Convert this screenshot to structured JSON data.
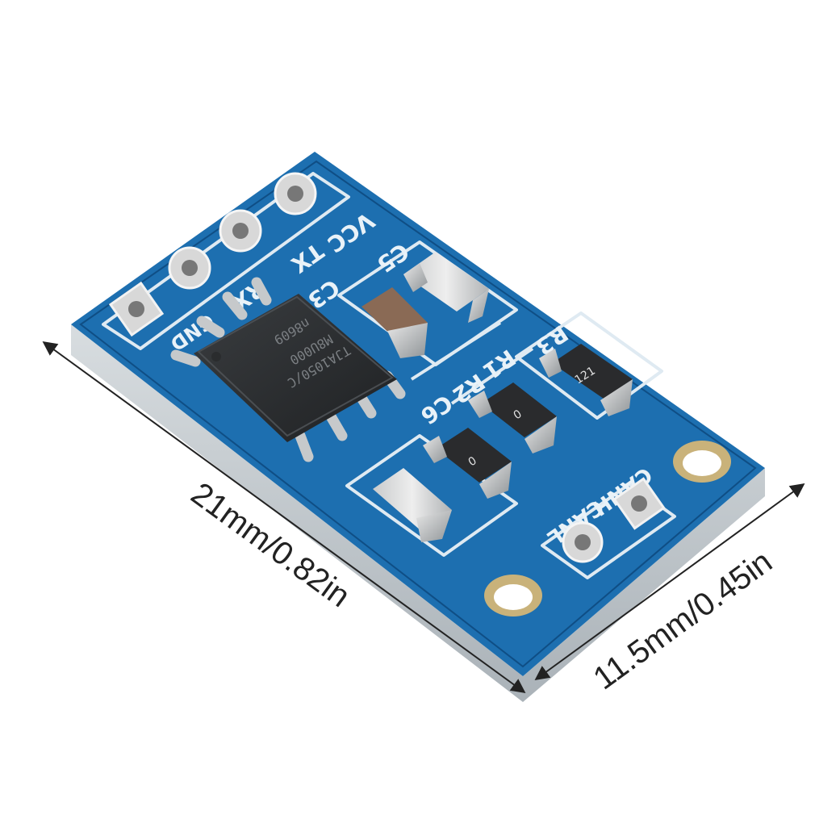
{
  "image": {
    "subject": "CAN bus transceiver module on blue PCB",
    "background_color": "#ffffff",
    "board_color": "#1d6fb0"
  },
  "silkscreen": {
    "pins_header": [
      "VCC",
      "TX",
      "RX",
      "GND"
    ],
    "c5": "C5",
    "c3": "C3",
    "r3": "R3",
    "r1": "R1",
    "r2": "R2",
    "c6": "C6",
    "canh": "CANH",
    "canl": "CANL"
  },
  "chip": {
    "line1": "TJA1050/C",
    "line2": "M8U000",
    "line3": "n8609"
  },
  "resistor_marking": "121",
  "resistor_zero_a": "0",
  "resistor_zero_b": "0",
  "dimensions": {
    "length": "21mm/0.82in",
    "width": "11.5mm/0.45in"
  },
  "icons": [
    "dimension-arrow-length",
    "dimension-arrow-width"
  ]
}
